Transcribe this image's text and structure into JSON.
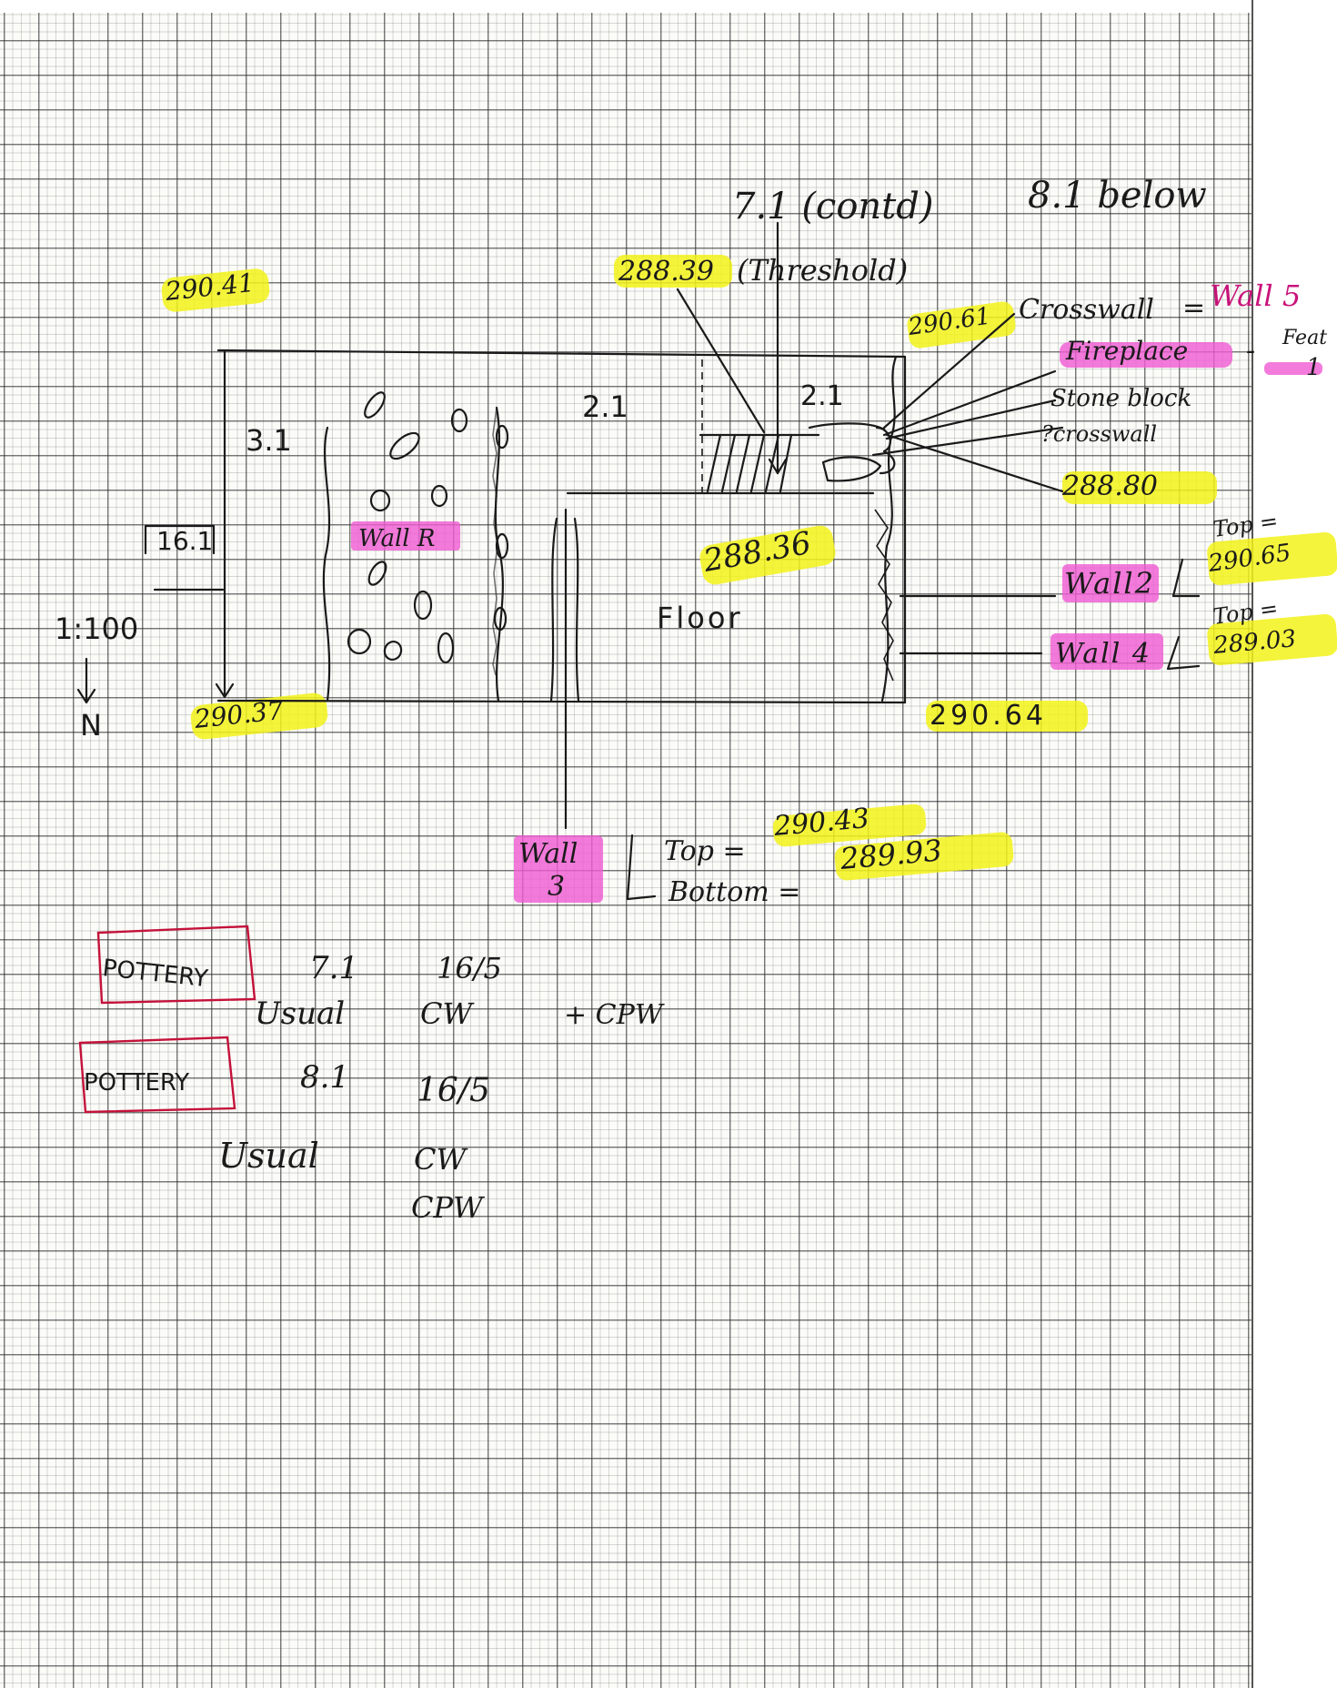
{
  "header": {
    "context": "7.1 (contd)",
    "below": "8.1 below"
  },
  "levels": {
    "nw": "290.41",
    "sw": "290.37",
    "threshold_value": "288.39",
    "threshold_label": "(Threshold)",
    "crosswall_level": "290.61",
    "fireplace_level": "288.80",
    "floor_level": "288.36",
    "se": "290.64"
  },
  "contexts": {
    "c31": "3.1",
    "c21a": "2.1",
    "c21b": "2.1",
    "c161": "16.1"
  },
  "labels": {
    "floor": "Floor",
    "crosswall": "Crosswall",
    "crosswall_eq": "=",
    "wall5": "Wall 5",
    "fireplace": "Fireplace",
    "feature_dash": "-",
    "feature": "Feat",
    "feature_no": "1",
    "stone_block": "Stone block",
    "q_crosswall": "?crosswall",
    "wall_r": "Wall R",
    "scale": "1:100",
    "north": "N"
  },
  "wall2": {
    "name": "Wall2",
    "top_label": "Top =",
    "top_value": "290.65"
  },
  "wall4": {
    "name": "Wall 4",
    "top_label": "Top =",
    "top_value": "289.03"
  },
  "wall3": {
    "name": "Wall",
    "number": "3",
    "top_label": "Top =",
    "top_value": "290.43",
    "bottom_label": "Bottom =",
    "bottom_value": "289.93"
  },
  "pottery": [
    {
      "label": "POTTERY",
      "context": "7.1",
      "date": "16/5",
      "row2": [
        "Usual",
        "CW",
        "+ CPW"
      ]
    },
    {
      "label": "POTTERY",
      "context": "8.1",
      "date": "16/5",
      "row2": [
        "Usual",
        "CW"
      ],
      "row3": "CPW"
    }
  ],
  "colors": {
    "highlight_yellow": "#f2f21a",
    "highlight_pink": "#f05ad2",
    "ink": "#1a1a1a",
    "box_red": "#c4123a"
  }
}
